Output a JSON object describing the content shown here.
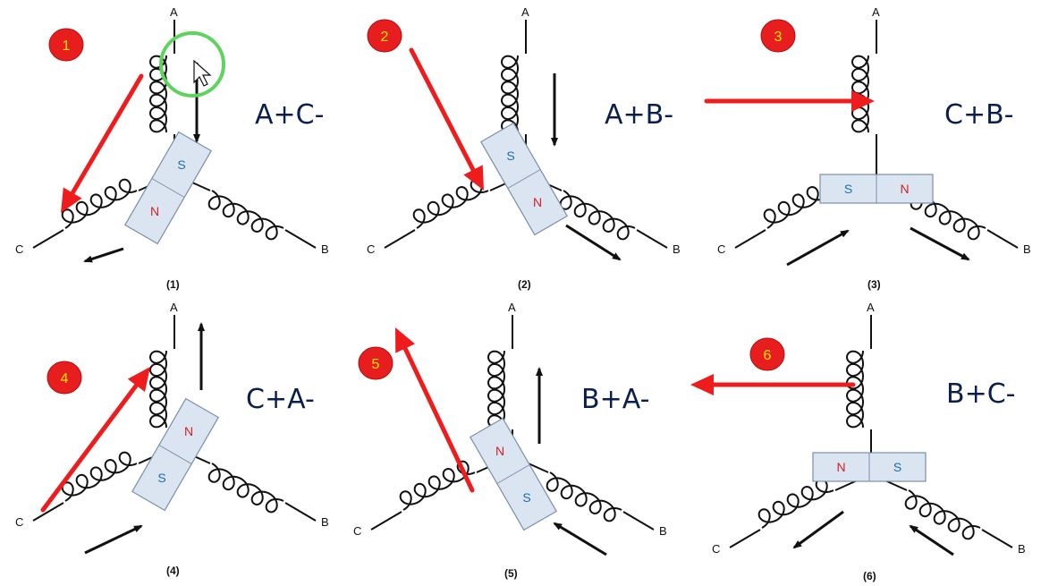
{
  "colors": {
    "red_arrow": "#ee1c1c",
    "badge_fill": "#e81e1e",
    "badge_text": "#ffe800",
    "formula_text": "#0b1f4f",
    "magnet_fill": "#dbe5f1",
    "magnet_stroke": "#7a8fa8",
    "north_pole": "#d42020",
    "south_pole": "#1a6fb0",
    "cursor_circle": "#5ed35e"
  },
  "terminals": {
    "a": "A",
    "b": "B",
    "c": "C"
  },
  "poles": {
    "north": "N",
    "south": "S"
  },
  "icons": {
    "cursor": "mouse-pointer-icon",
    "highlight": "cursor-highlight-circle-icon"
  },
  "panels": [
    {
      "badge": "1",
      "formula": "A+C-",
      "caption": "(1)"
    },
    {
      "badge": "2",
      "formula": "A+B-",
      "caption": "(2)"
    },
    {
      "badge": "3",
      "formula": "C+B-",
      "caption": "(3)"
    },
    {
      "badge": "4",
      "formula": "C+A-",
      "caption": "(4)"
    },
    {
      "badge": "5",
      "formula": "B+A-",
      "caption": "(5)"
    },
    {
      "badge": "6",
      "formula": "B+C-",
      "caption": "(6)"
    }
  ]
}
